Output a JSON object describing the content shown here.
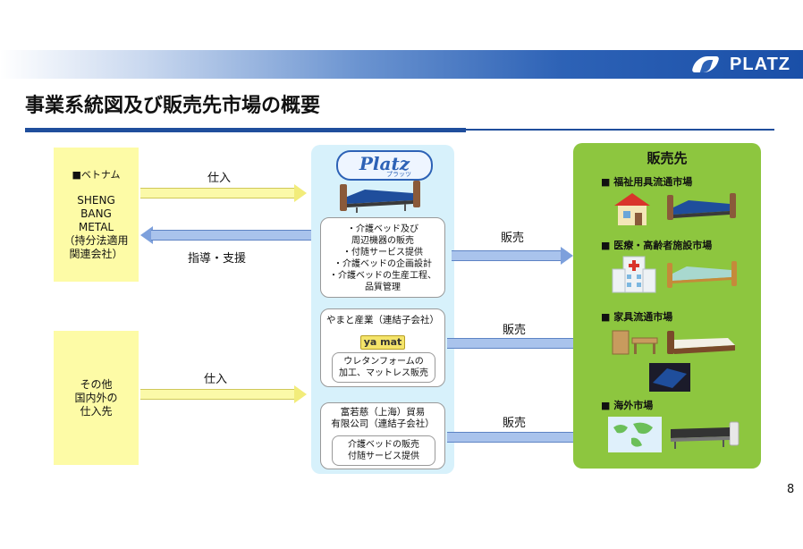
{
  "header": {
    "logo_text": "PLATZ",
    "title": "事業系統図及び販売先市場の概要",
    "page_number": "8"
  },
  "suppliers": {
    "vietnam": {
      "heading": "■ベトナム",
      "lines": [
        "SHENG",
        "BANG",
        "METAL",
        "（持分法適用",
        "関連会社）"
      ]
    },
    "other": {
      "lines": [
        "その他",
        "国内外の",
        "仕入先"
      ]
    }
  },
  "arrows": {
    "purchase_1": "仕入",
    "guidance": "指導・支援",
    "purchase_2": "仕入",
    "sales_1": "販売",
    "sales_2": "販売",
    "sales_3": "販売"
  },
  "platz": {
    "logo": "Platz",
    "logo_sub": "プラッツ",
    "services": [
      "・介護ベッド及び",
      "周辺機器の販売",
      "・付随サービス提供",
      "・介護ベッドの企画設計",
      "・介護ベッドの生産工程、",
      "品質管理"
    ]
  },
  "yamato": {
    "name": "やまと産業（連結子会社）",
    "logo": "ya mat",
    "business": [
      "ウレタンフォームの",
      "加工、マットレス販売"
    ]
  },
  "shanghai": {
    "name": [
      "富若慈（上海）貿易",
      "有限公司（連結子会社）"
    ],
    "business": [
      "介護ベッドの販売",
      "付随サービス提供"
    ]
  },
  "markets": {
    "heading": "販売先",
    "items": [
      "■ 福祉用具流通市場",
      "■ 医療・高齢者施設市場",
      "■ 家具流通市場",
      "■ 海外市場"
    ]
  },
  "colors": {
    "brand_blue": "#1f4e9c",
    "supplier_yellow": "#fdfba6",
    "center_cyan": "#d7f1fb",
    "market_green": "#8dc63f"
  }
}
